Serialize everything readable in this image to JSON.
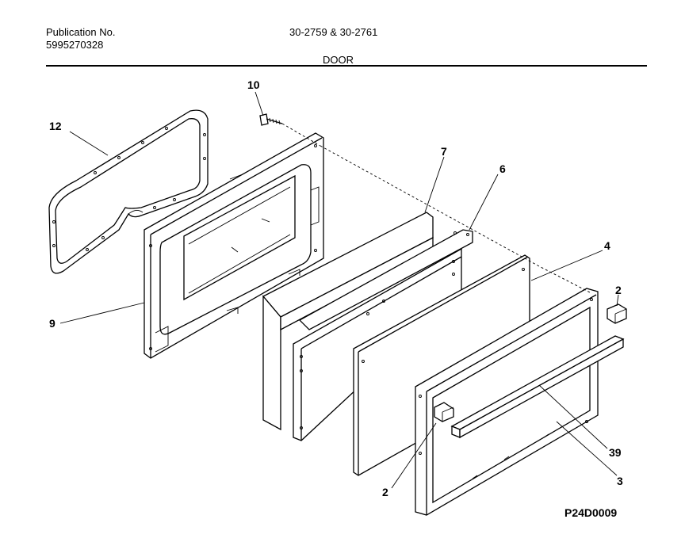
{
  "header": {
    "publication_label": "Publication No.",
    "publication_number": "5995270328",
    "model_numbers": "30-2759 & 30-2761",
    "section_title": "DOOR"
  },
  "callouts": [
    {
      "id": "12",
      "label": "12"
    },
    {
      "id": "10",
      "label": "10"
    },
    {
      "id": "7",
      "label": "7"
    },
    {
      "id": "6",
      "label": "6"
    },
    {
      "id": "4",
      "label": "4"
    },
    {
      "id": "2a",
      "label": "2"
    },
    {
      "id": "9",
      "label": "9"
    },
    {
      "id": "39",
      "label": "39"
    },
    {
      "id": "3",
      "label": "3"
    },
    {
      "id": "2b",
      "label": "2"
    }
  ],
  "diagram_ref": "P24D0009"
}
